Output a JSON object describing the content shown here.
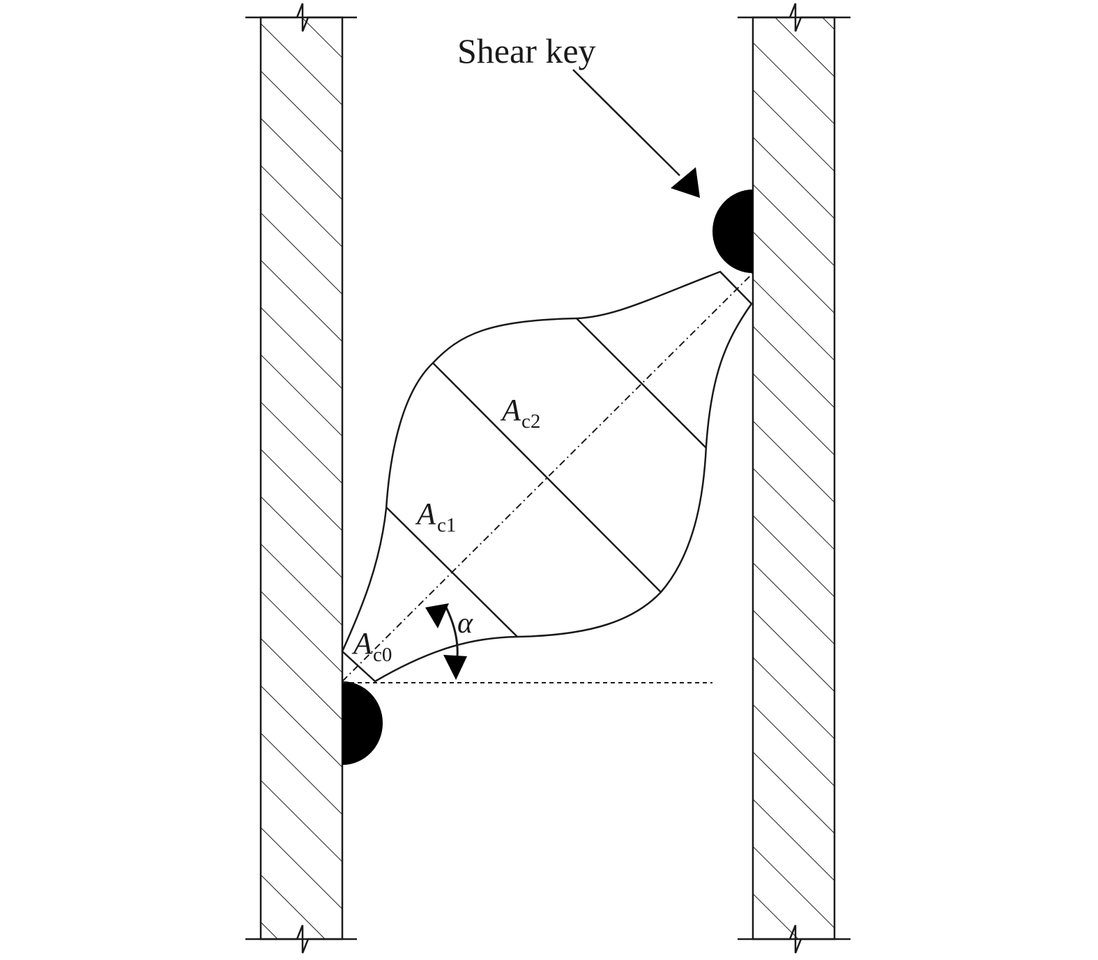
{
  "labels": {
    "shear_key": "Shear key",
    "ac2_main": "A",
    "ac2_sub": "c2",
    "ac1_main": "A",
    "ac1_sub": "c1",
    "ac0_main": "A",
    "ac0_sub": "c0",
    "alpha": "α"
  },
  "colors": {
    "line": "#1a1a1a",
    "fill": "#000000",
    "background": "#ffffff"
  }
}
